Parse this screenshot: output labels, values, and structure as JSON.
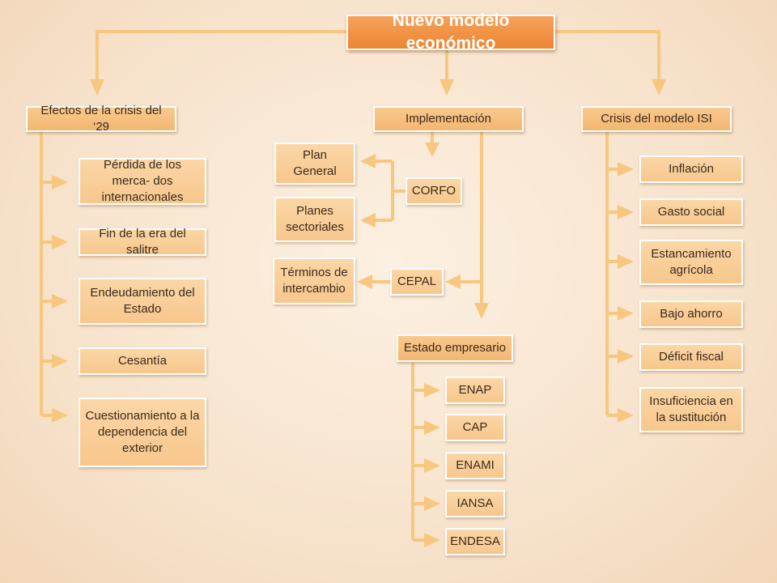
{
  "title": "Nuevo modelo económico",
  "branches": {
    "efectos": {
      "label": "Efectos de la crisis del ‘29",
      "items": [
        "Pérdida de los merca- dos internacionales",
        "Fin de la era del salitre",
        "Endeudamiento del Estado",
        "Cesantía",
        "Cuestionamiento a la dependencia del exterior"
      ]
    },
    "implementacion": {
      "label": "Implementación",
      "corfo": "CORFO",
      "plan_general": "Plan General",
      "planes_sectoriales": "Planes sectoriales",
      "cepal": "CEPAL",
      "terminos": "Términos de intercambio",
      "estado_empresario": {
        "label": "Estado empresario",
        "items": [
          "ENAP",
          "CAP",
          "ENAMI",
          "IANSA",
          "ENDESA"
        ]
      }
    },
    "crisis_isi": {
      "label": "Crisis del modelo ISI",
      "items": [
        "Inflación",
        "Gasto social",
        "Estancamiento agrícola",
        "Bajo ahorro",
        "Déficit fiscal",
        "Insuficiencia en la sustitución"
      ]
    }
  },
  "colors": {
    "connector": "#f8c77f",
    "title_fill": "#ec8532",
    "box_fill": "#f7c78c",
    "background": "#f7e3cc"
  }
}
